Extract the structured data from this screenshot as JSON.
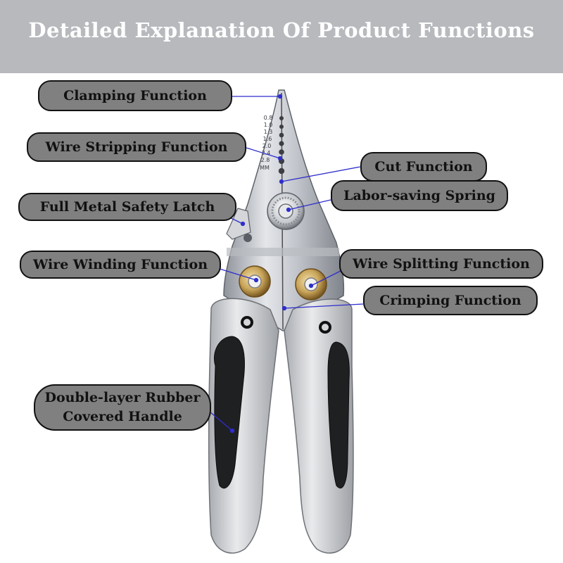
{
  "title": "Detailed Explanation Of Product Functions",
  "gauge": {
    "sizes": [
      "0.8",
      "1.0",
      "1.3",
      "1.6",
      "2.0",
      "2.4",
      "2.8"
    ],
    "unit": "MM"
  },
  "labels": {
    "clamping": "Clamping Function",
    "stripping": "Wire Stripping Function",
    "cut": "Cut Function",
    "spring": "Labor-saving Spring",
    "latch": "Full Metal Safety Latch",
    "winding": "Wire Winding Function",
    "splitting": "Wire Splitting Function",
    "crimping": "Crimping Function",
    "handle_line1": "Double-layer Rubber",
    "handle_line2": "Covered Handle"
  },
  "colors": {
    "banner": "#b7b9bd",
    "label_fill": "#808080",
    "leader_line": "#2e2ecc",
    "brass": "#c9a55a"
  }
}
